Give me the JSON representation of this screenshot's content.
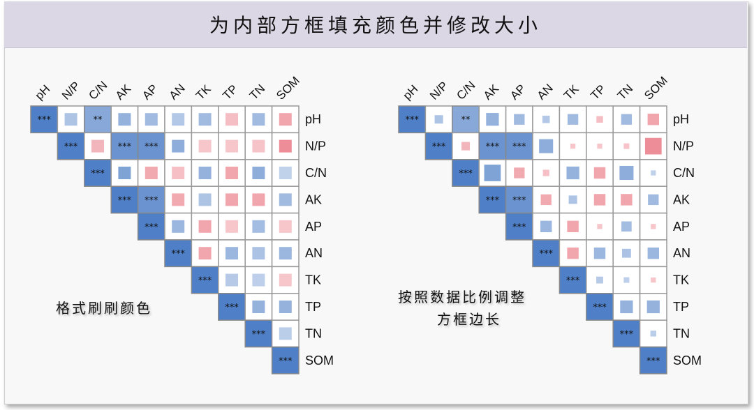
{
  "title": "为内部方框填充颜色并修改大小",
  "notes": {
    "left": "格式刷刷颜色",
    "right_line1": "按照数据比例调整",
    "right_line2": "方框边长"
  },
  "colors": {
    "positive": "#4f7fc6",
    "negative": "#e6606e",
    "grid": "#999999"
  },
  "chart_data": [
    {
      "type": "heatmap",
      "title": "",
      "variant": "fixed-size colored squares",
      "variables": [
        "pH",
        "N/P",
        "C/N",
        "AK",
        "AP",
        "AN",
        "TK",
        "TP",
        "TN",
        "SOM"
      ],
      "r": [
        [
          1,
          0.33,
          0.6,
          0.5,
          0.42,
          0.29,
          0.42,
          -0.26,
          0.42,
          -0.45
        ],
        [
          null,
          1,
          -0.33,
          0.8,
          0.8,
          0.55,
          -0.2,
          -0.2,
          -0.22,
          -0.65
        ],
        [
          null,
          null,
          1,
          0.65,
          -0.42,
          -0.25,
          0.5,
          -0.45,
          0.55,
          0.2
        ],
        [
          null,
          null,
          null,
          1,
          0.8,
          -0.42,
          0.33,
          -0.45,
          -0.45,
          0.42
        ],
        [
          null,
          null,
          null,
          null,
          1,
          0.45,
          -0.45,
          -0.2,
          0.4,
          -0.2
        ],
        [
          null,
          null,
          null,
          null,
          null,
          1,
          -0.45,
          0.45,
          0.35,
          0.45
        ],
        [
          null,
          null,
          null,
          null,
          null,
          null,
          1,
          0.27,
          0.22,
          -0.2
        ],
        [
          null,
          null,
          null,
          null,
          null,
          null,
          null,
          1,
          0.5,
          0.5
        ],
        [
          null,
          null,
          null,
          null,
          null,
          null,
          null,
          null,
          1,
          0.23
        ],
        [
          null,
          null,
          null,
          null,
          null,
          null,
          null,
          null,
          null,
          1
        ]
      ],
      "significance": [
        [
          "***",
          "",
          "**",
          "",
          "",
          "",
          "",
          "",
          "",
          ""
        ],
        [
          "",
          "***",
          "",
          "***",
          "***",
          "",
          "",
          "",
          "",
          ""
        ],
        [
          "",
          "",
          "***",
          "",
          "",
          "",
          "",
          "",
          "",
          ""
        ],
        [
          "",
          "",
          "",
          "***",
          "***",
          "",
          "",
          "",
          "",
          ""
        ],
        [
          "",
          "",
          "",
          "",
          "***",
          "",
          "",
          "",
          "",
          ""
        ],
        [
          "",
          "",
          "",
          "",
          "",
          "***",
          "",
          "",
          "",
          ""
        ],
        [
          "",
          "",
          "",
          "",
          "",
          "",
          "***",
          "",
          "",
          ""
        ],
        [
          "",
          "",
          "",
          "",
          "",
          "",
          "",
          "***",
          "",
          ""
        ],
        [
          "",
          "",
          "",
          "",
          "",
          "",
          "",
          "",
          "***",
          ""
        ],
        [
          "",
          "",
          "",
          "",
          "",
          "",
          "",
          "",
          "",
          "***"
        ]
      ]
    },
    {
      "type": "heatmap",
      "title": "",
      "variant": "squares sized by |r|",
      "variables": [
        "pH",
        "N/P",
        "C/N",
        "AK",
        "AP",
        "AN",
        "TK",
        "TP",
        "TN",
        "SOM"
      ],
      "same_data_as": "left"
    }
  ]
}
